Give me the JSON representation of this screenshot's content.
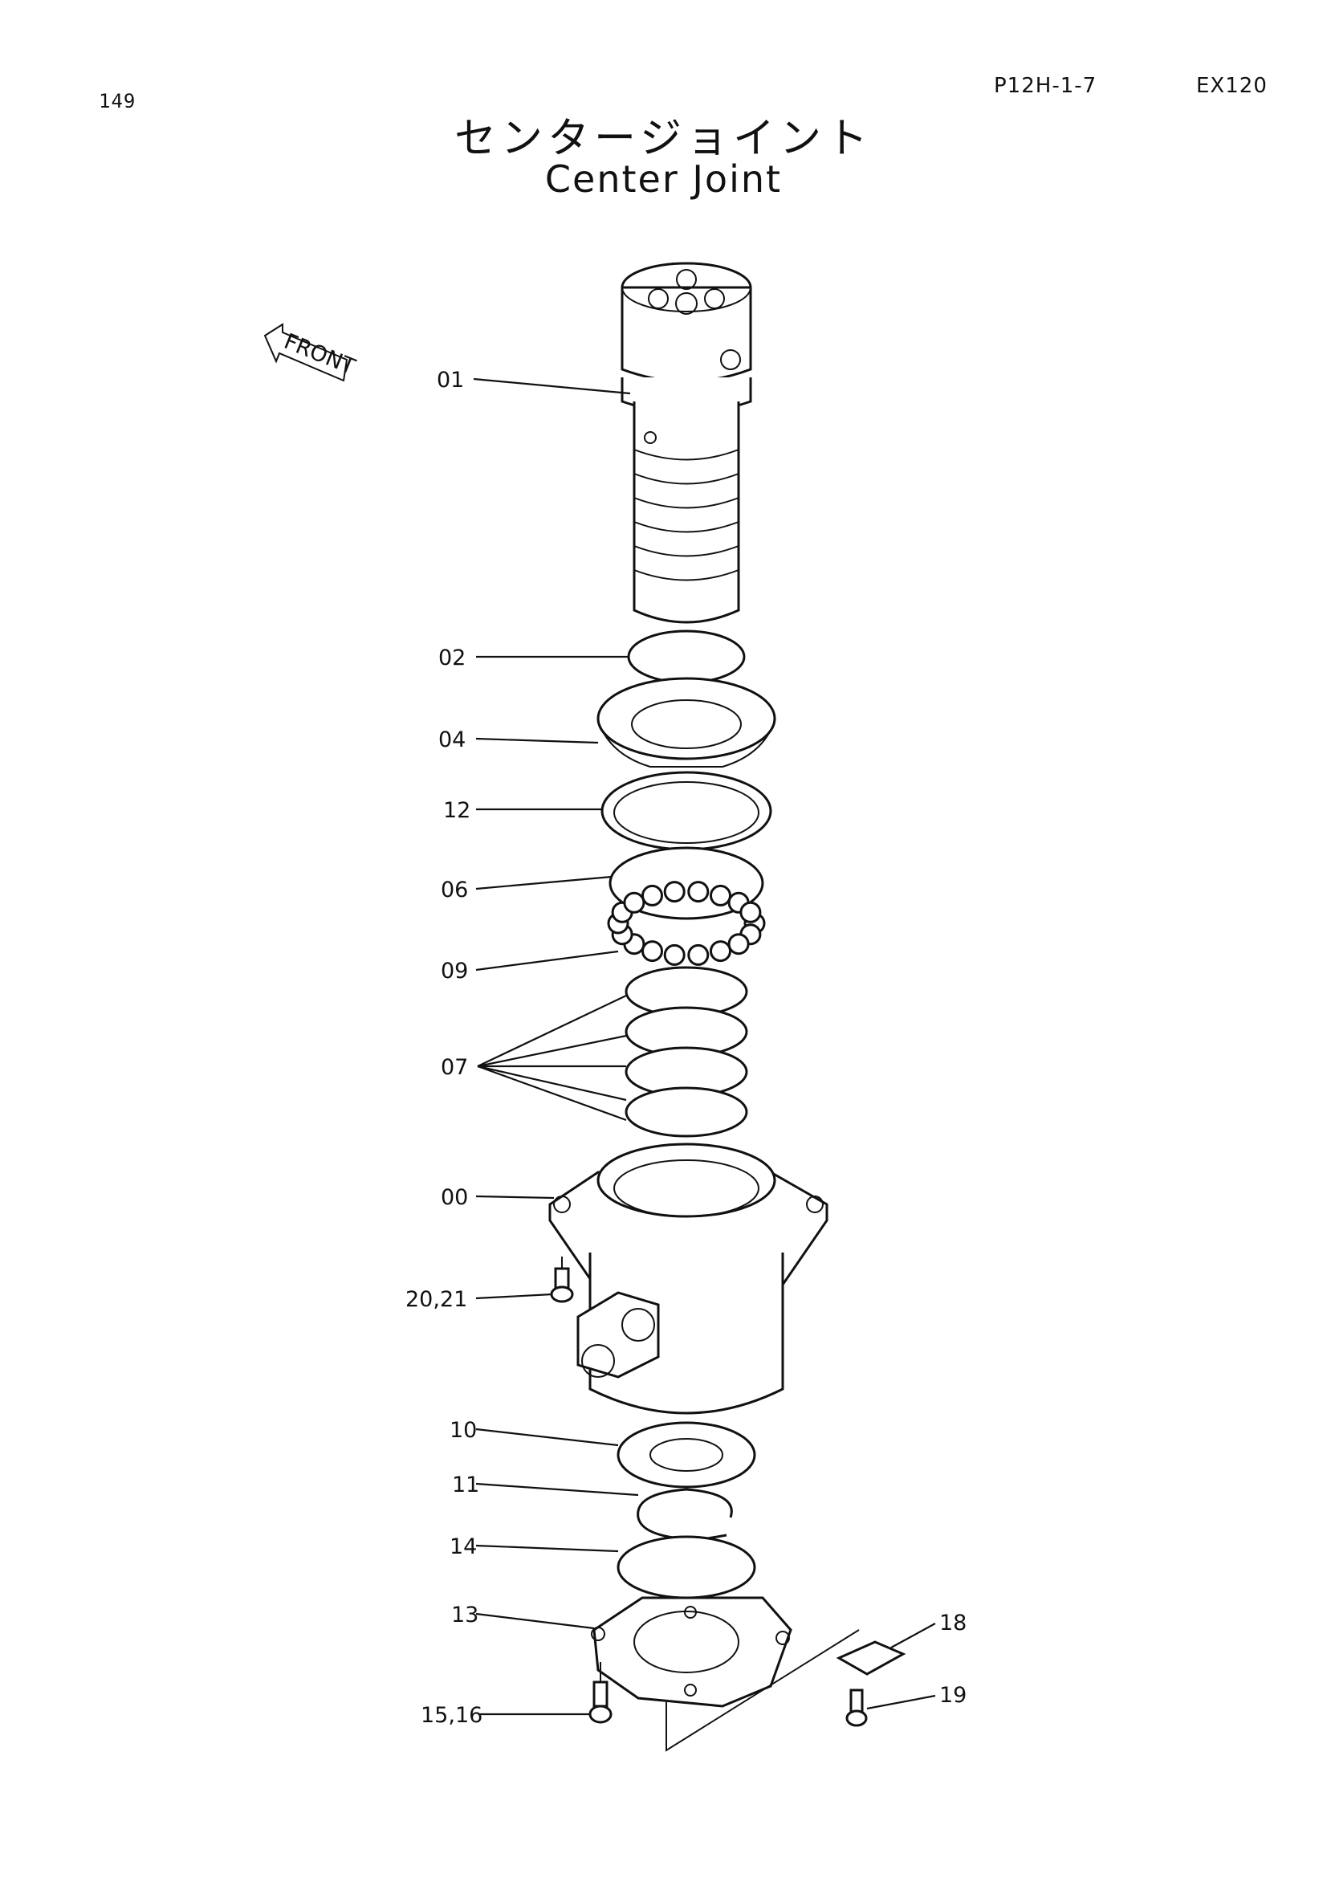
{
  "header": {
    "page_number": "149",
    "drawing_code": "P12H-1-7",
    "model": "EX120"
  },
  "title": {
    "japanese": "センタージョイント",
    "english": "Center Joint"
  },
  "direction_marker": "FRONT",
  "callouts": {
    "c01": "01",
    "c02": "02",
    "c04": "04",
    "c12": "12",
    "c06": "06",
    "c09": "09",
    "c07": "07",
    "c00": "00",
    "c20_21": "20,21",
    "c10": "10",
    "c11": "11",
    "c14": "14",
    "c13": "13",
    "c15_16": "15,16",
    "c18": "18",
    "c19": "19"
  }
}
